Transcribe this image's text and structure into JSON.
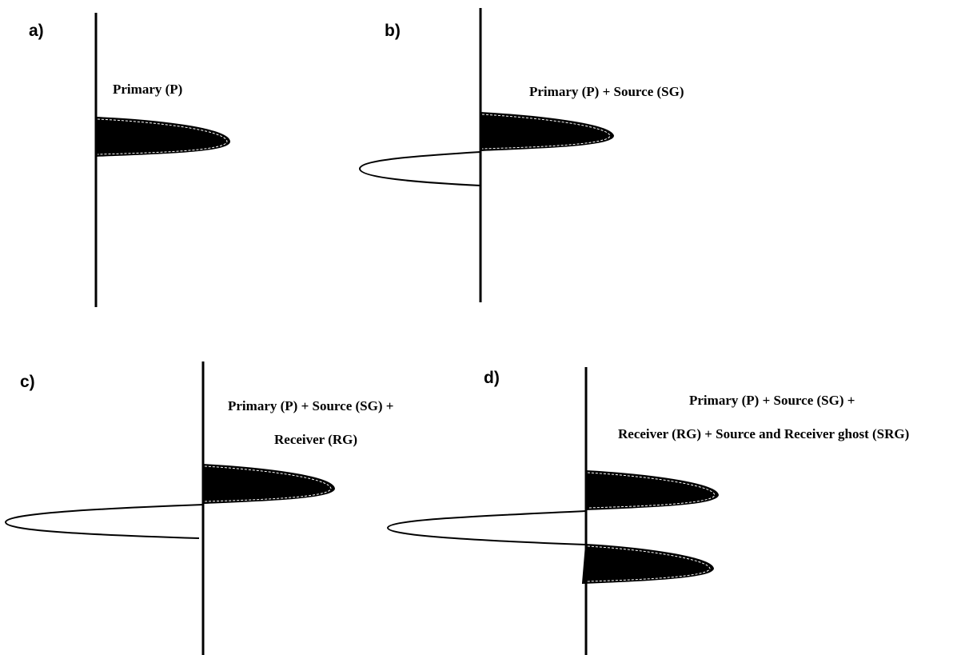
{
  "panels": [
    {
      "letter": "a)",
      "caption_lines": [
        "Primary (P)"
      ]
    },
    {
      "letter": "b)",
      "caption_lines": [
        "Primary (P) + Source (SG)"
      ]
    },
    {
      "letter": "c)",
      "caption_lines": [
        "Primary (P) + Source (SG) +",
        "Receiver (RG)"
      ]
    },
    {
      "letter": "d)",
      "caption_lines": [
        "Primary (P) + Source (SG) +",
        "Receiver (RG) + Source and Receiver ghost (SRG)"
      ]
    }
  ],
  "colors": {
    "ink": "#000000",
    "background": "#ffffff"
  }
}
